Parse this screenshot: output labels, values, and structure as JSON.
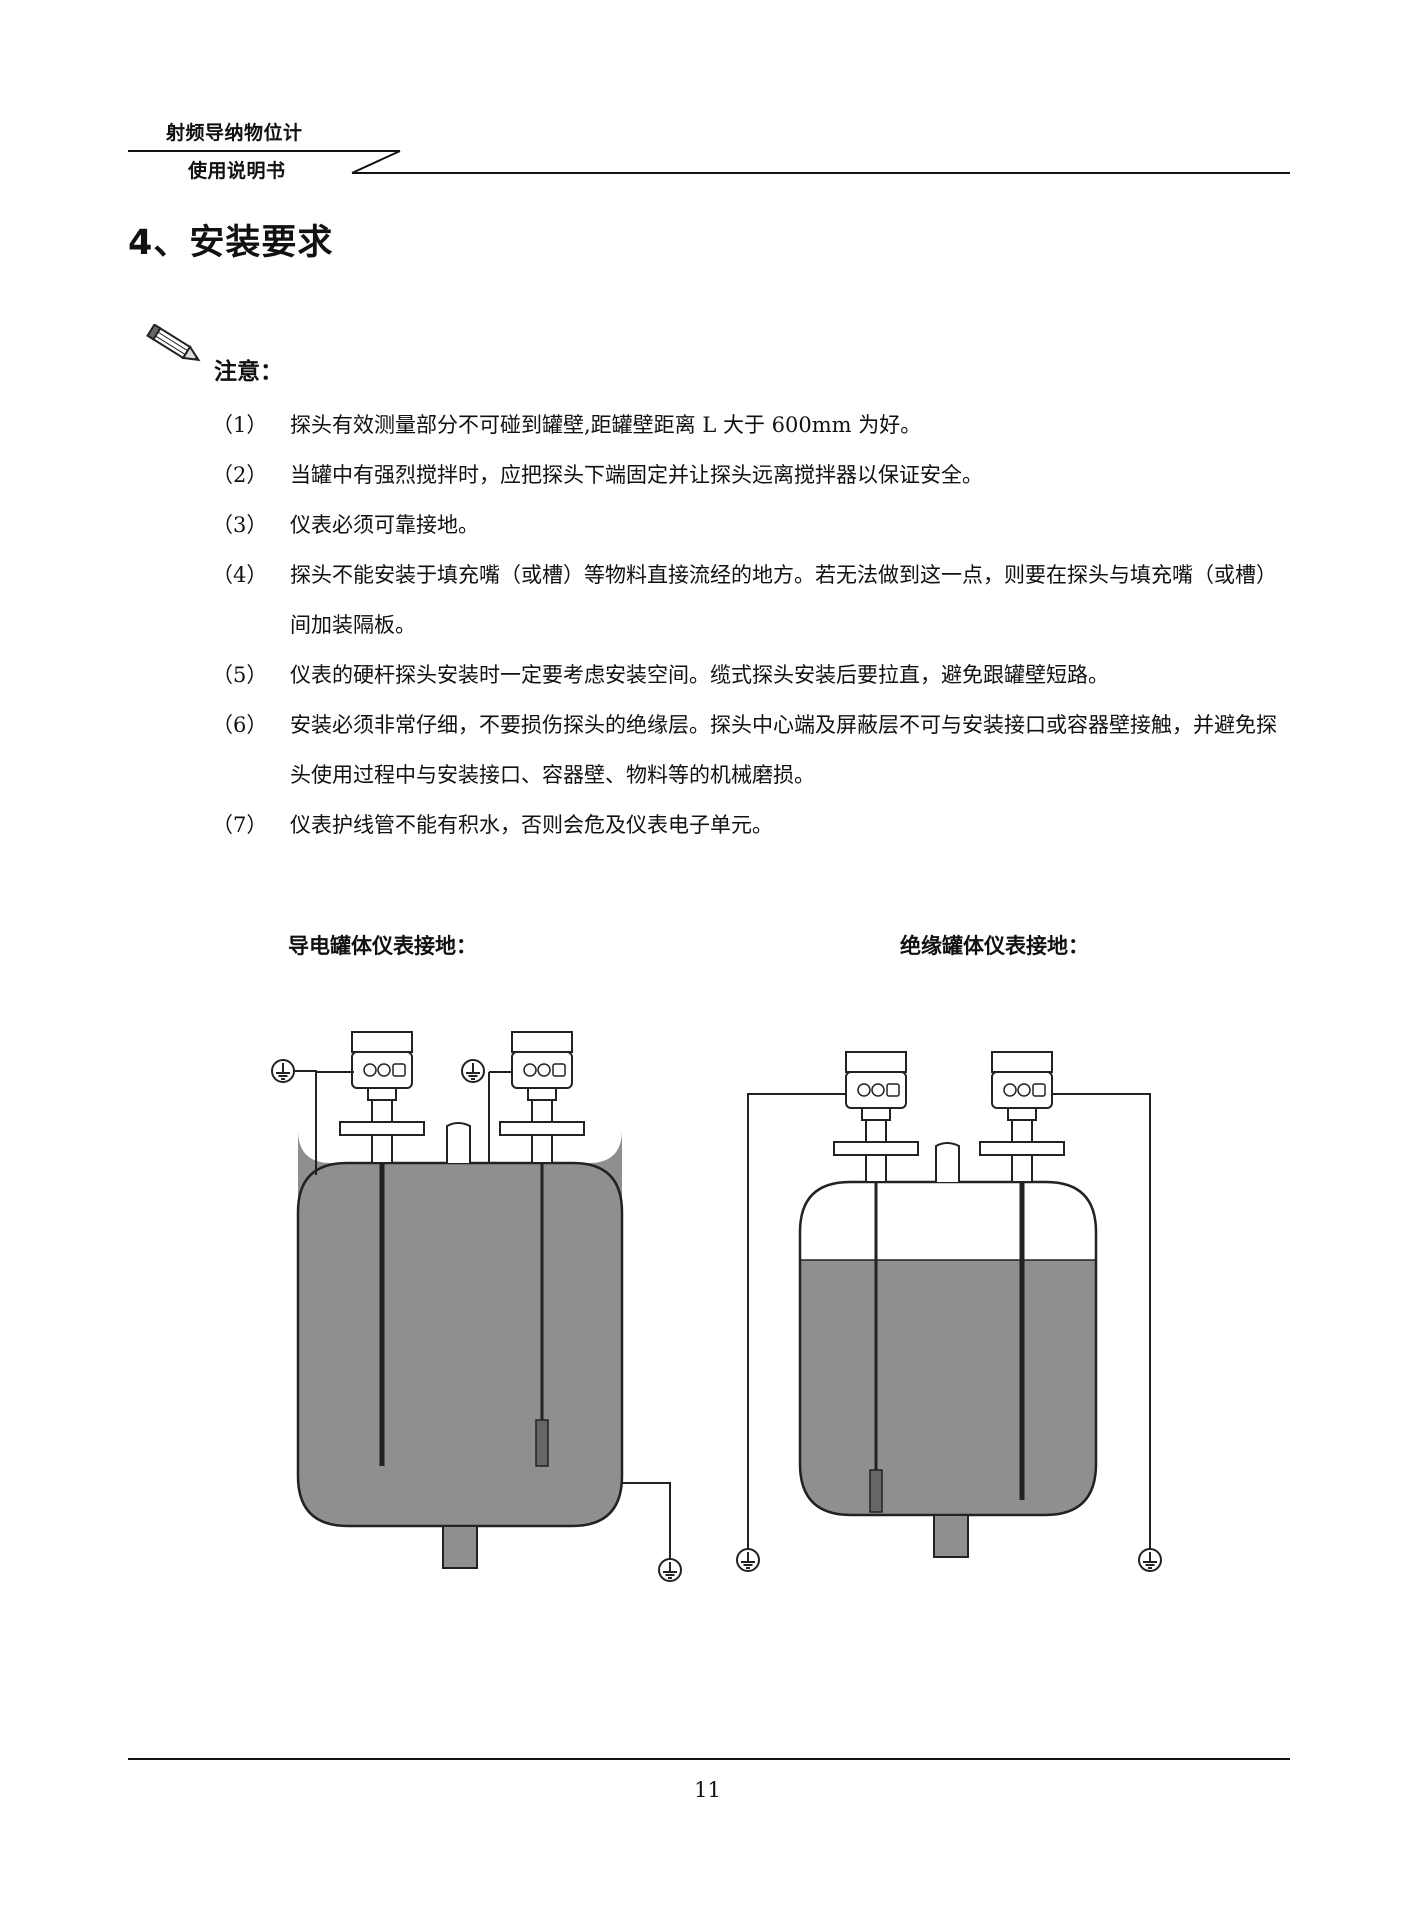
{
  "header": {
    "title_line1": "射频导纳物位计",
    "title_line2": "使用说明书"
  },
  "section": {
    "title": "4、安装要求"
  },
  "note": {
    "heading": "注意：",
    "icon": "pencil-icon",
    "items": [
      {
        "num": "（1）",
        "text": "探头有效测量部分不可碰到罐壁,距罐壁距离 L 大于 600mm 为好。"
      },
      {
        "num": "（2）",
        "text": "当罐中有强烈搅拌时，应把探头下端固定并让探头远离搅拌器以保证安全。"
      },
      {
        "num": "（3）",
        "text": "仪表必须可靠接地。"
      },
      {
        "num": "（4）",
        "text": "探头不能安装于填充嘴（或槽）等物料直接流经的地方。若无法做到这一点，则要在探头与填充嘴（或槽）间加装隔板。"
      },
      {
        "num": "（5）",
        "text": "仪表的硬杆探头安装时一定要考虑安装空间。缆式探头安装后要拉直，避免跟罐壁短路。"
      },
      {
        "num": "（6）",
        "text": "安装必须非常仔细，不要损伤探头的绝缘层。探头中心端及屏蔽层不可与安装接口或容器壁接触，并避免探头使用过程中与安装接口、容器壁、物料等的机械磨损。"
      },
      {
        "num": "（7）",
        "text": "仪表护线管不能有积水，否则会危及仪表电子单元。"
      }
    ]
  },
  "figures": {
    "left_caption": "导电罐体仪表接地：",
    "right_caption": "绝缘罐体仪表接地：",
    "icons": [
      "ground-symbol-icon",
      "transmitter-icon"
    ],
    "colors": {
      "liquid": "#8f8f8f",
      "line": "#222222"
    }
  },
  "footer": {
    "page_number": "11"
  }
}
